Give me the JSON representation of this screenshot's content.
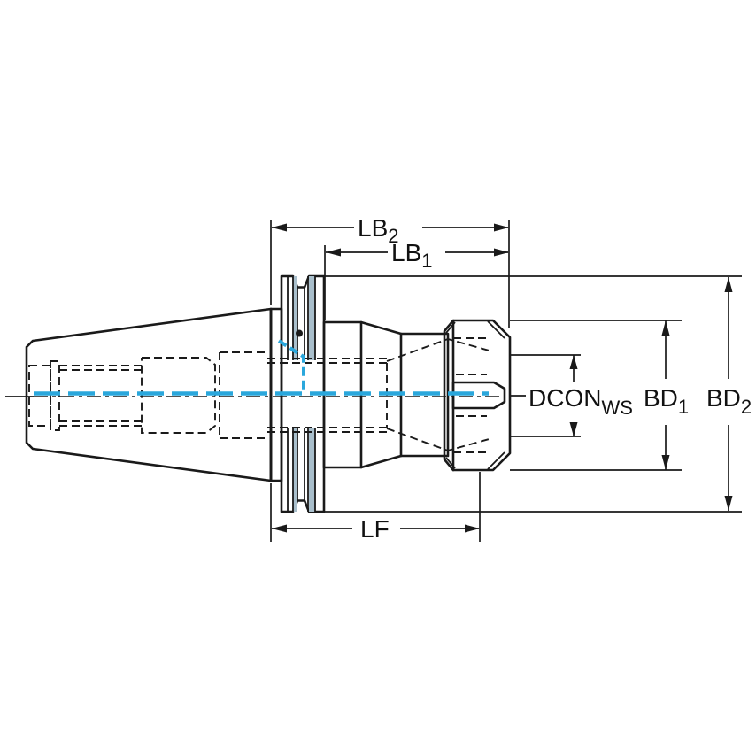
{
  "figure": {
    "type": "engineering-dimension-drawing",
    "subject": "collet-chuck-tool-holder-side-view"
  },
  "labels": {
    "lb2": {
      "main": "LB",
      "sub": "2"
    },
    "lb1": {
      "main": "LB",
      "sub": "1"
    },
    "lf": {
      "main": "LF",
      "sub": ""
    },
    "dcon": {
      "main": "DCON",
      "sub": "WS"
    },
    "bd1": {
      "main": "BD",
      "sub": "1"
    },
    "bd2": {
      "main": "BD",
      "sub": "2"
    }
  },
  "colors": {
    "background": "#ffffff",
    "body_fill": "#b7cad6",
    "groove_shade": "#a9bfcc",
    "coolant_blue": "#2aa7dc",
    "line_black": "#1a1a1a"
  }
}
